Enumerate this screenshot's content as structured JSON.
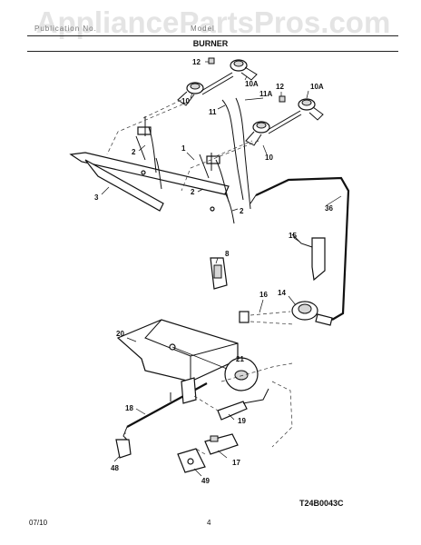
{
  "watermark": "AppliancePartsPros.com",
  "header": {
    "left_faint": "Publication No.",
    "right_faint": "Model",
    "section_title": "BURNER"
  },
  "callouts": {
    "c12a": "12",
    "c10a": "10A",
    "c10b": "10",
    "c11a": "11A",
    "c12b": "12",
    "c10a_b": "10A",
    "c11": "11",
    "c1": "1",
    "c2a": "2",
    "c10c": "10",
    "c3": "3",
    "c2b": "2",
    "c2c": "2",
    "c36": "36",
    "c15": "15",
    "c8": "8",
    "c16": "16",
    "c14": "14",
    "c20": "20",
    "c21": "21",
    "c18": "18",
    "c19": "19",
    "c48": "48",
    "c17": "17",
    "c49": "49"
  },
  "drawing_code": "T24B0043C",
  "footer": {
    "date": "07/10",
    "page": "4"
  }
}
